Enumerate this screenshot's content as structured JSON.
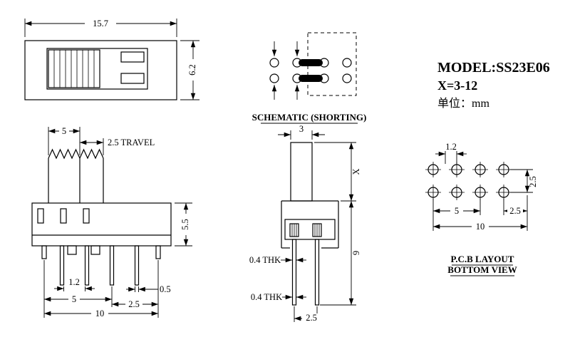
{
  "meta": {
    "ink": "#000000",
    "background": "#ffffff"
  },
  "title_block": {
    "model": "MODEL:SS23E06",
    "x_range": "X=3-12",
    "unit": "单位：mm"
  },
  "top_view": {
    "dim_width": "15.7",
    "dim_height": "6.2"
  },
  "front_view": {
    "dim_knob": "5",
    "dim_travel": "2.5 TRAVEL",
    "dim_body_height": "5.5",
    "dim_pin_gap": "1.2",
    "dim_pin_width": "0.5",
    "dim_pitch_a": "5",
    "dim_pitch_b": "2.5",
    "dim_total": "10"
  },
  "schematic": {
    "caption": "SCHEMATIC (SHORTING)"
  },
  "side_view": {
    "dim_knob": "3",
    "dim_x": "X",
    "dim_height": "9",
    "dim_thk_upper": "0.4 THK",
    "dim_thk_lower": "0.4 THK",
    "dim_pin_pitch": "2.5"
  },
  "pcb_layout": {
    "caption_line1": "P.C.B LAYOUT",
    "caption_line2": "BOTTOM VIEW",
    "dim_offset": "1.2",
    "dim_row_pitch": "2.5",
    "dim_half": "5",
    "dim_col_pitch": "2.5",
    "dim_total": "10"
  }
}
